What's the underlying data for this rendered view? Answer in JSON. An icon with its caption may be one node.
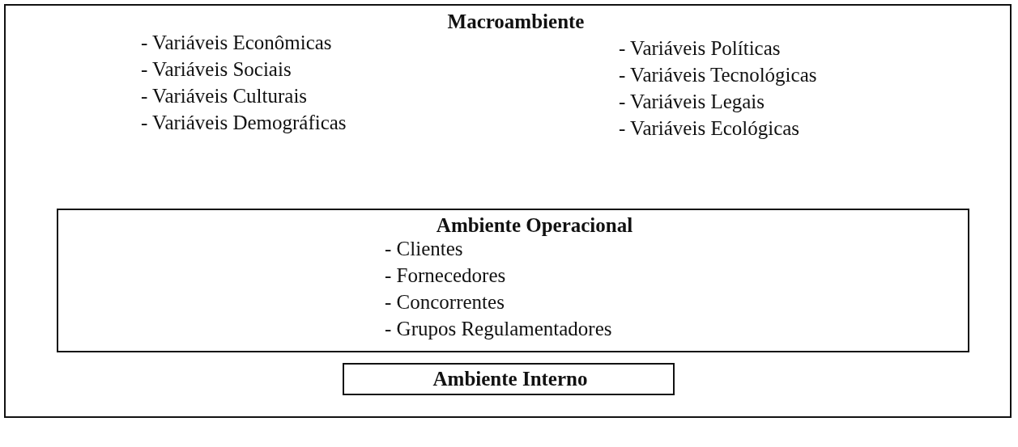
{
  "diagram": {
    "nodes": [
      {
        "text": [
          "Macroambiente",
          "- Variáveis Econômicas",
          "- Variáveis Sociais",
          "- Variáveis Culturais",
          "- Variáveis Demográficas",
          "- Variáveis Políticas",
          "- Variáveis Tecnológicas",
          "- Variáveis Legais",
          "- Variáveis Ecológicas"
        ]
      },
      {
        "text": [
          "Ambiente Operacional",
          "- Clientes",
          "- Fornecedores",
          "- Concorrentes",
          "- Grupos Regulamentadores"
        ],
        "in": 0
      },
      {
        "text": [
          "Ambiente Interno"
        ],
        "in": 0
      }
    ]
  }
}
